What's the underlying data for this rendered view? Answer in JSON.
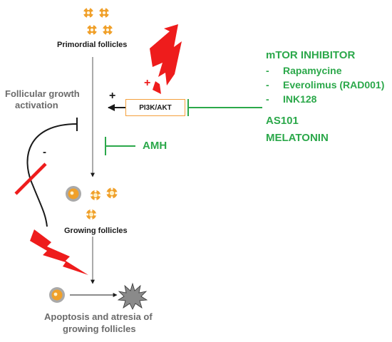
{
  "diagram": {
    "primordial_label": "Primordial follicles",
    "growth_activation_line1": "Follicular growth",
    "growth_activation_line2": "activation",
    "growing_label": "Growing follicles",
    "apoptosis_line1": "Apoptosis and atresia of",
    "apoptosis_line2": "growing follicles",
    "pathway_label": "PI3K/AKT",
    "plus_red": "+",
    "plus_black": "+",
    "minus": "-",
    "amh": "AMH",
    "inhibitors": {
      "title": "mTOR INHIBITOR",
      "bullet": "-",
      "items": [
        "Rapamycine",
        "Everolimus (RAD001)",
        "INK128"
      ]
    },
    "as101": "AS101",
    "melatonin": "MELATONIN"
  },
  "colors": {
    "inhibitor_green": "#2ba84a",
    "damage_red": "#ee1c1c",
    "follicle_orange": "#f0a02a",
    "follicle_grey": "#a9a9a9",
    "text_grey": "#6b6b6b"
  }
}
